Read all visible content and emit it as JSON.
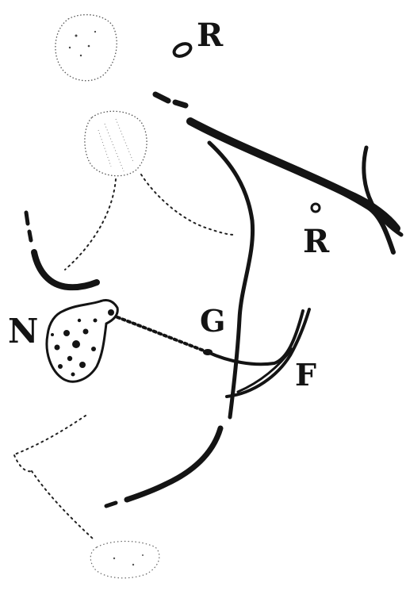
{
  "figure": {
    "background": "#ffffff",
    "ink": "#141414",
    "labels": {
      "r_top": "R",
      "r_right": "R",
      "n": "N",
      "g": "G",
      "f": "F"
    },
    "ink_marks": {
      "r_top": "°",
      "r_right": "°"
    }
  }
}
